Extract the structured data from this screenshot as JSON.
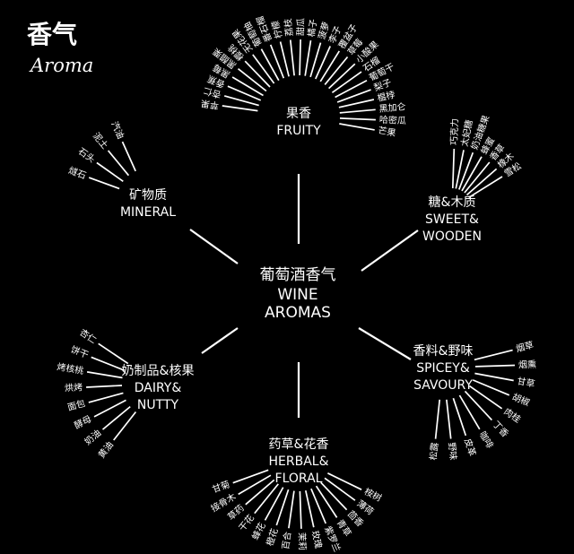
{
  "title": {
    "zh": "香气",
    "en": "Aroma"
  },
  "center": {
    "zh": "葡萄酒香气",
    "en1": "WINE",
    "en2": "AROMAS"
  },
  "categories": [
    {
      "id": "fruity",
      "zh": "果香",
      "en": [
        "FRUITY"
      ],
      "notes": [
        "苹果",
        "杏仁",
        "香蕉",
        "黑莓",
        "黑醋栗",
        "樱桃",
        "无花果",
        "葡萄柚",
        "番石榴",
        "柠檬",
        "荔枝",
        "甜瓜",
        "橘子",
        "菠萝",
        "李子",
        "覆盆子",
        "草莓",
        "小酸果",
        "石榴",
        "葡萄干",
        "梨子",
        "榅桲",
        "黑加仑",
        "哈密瓜",
        "芒果"
      ]
    },
    {
      "id": "sweet-wooden",
      "zh": "糖&木质",
      "en": [
        "SWEET&",
        "WOODEN"
      ],
      "notes": [
        "巧克力",
        "太妃糖",
        "奶油糖果",
        "蜂蜜",
        "香草",
        "橡木",
        "雪松"
      ]
    },
    {
      "id": "spicey-savoury",
      "zh": "香料&野味",
      "en": [
        "SPICEY&",
        "SAVOURY"
      ],
      "notes": [
        "烟草",
        "烟熏",
        "甘草",
        "胡椒",
        "肉桂",
        "丁香",
        "咖啡",
        "皮革",
        "野味",
        "松露"
      ]
    },
    {
      "id": "herbal-floral",
      "zh": "药草&花香",
      "en": [
        "HERBAL&",
        "FLORAL"
      ],
      "notes": [
        "桉树",
        "薄荷",
        "茴香",
        "青草",
        "紫罗兰",
        "玫瑰",
        "茉莉",
        "百合",
        "橙花",
        "蜂花",
        "干花",
        "草药",
        "接骨木",
        "甘菊"
      ]
    },
    {
      "id": "dairy-nutty",
      "zh": "奶制品&核果",
      "en": [
        "DAIRY&",
        "NUTTY"
      ],
      "notes": [
        "黄油",
        "奶油",
        "酵母",
        "面包",
        "烘烤",
        "烤核桃",
        "饼干",
        "杏仁"
      ]
    },
    {
      "id": "mineral",
      "zh": "矿物质",
      "en": [
        "MINERAL"
      ],
      "notes": [
        "燧石",
        "石头",
        "泥土",
        "汽油"
      ]
    }
  ]
}
